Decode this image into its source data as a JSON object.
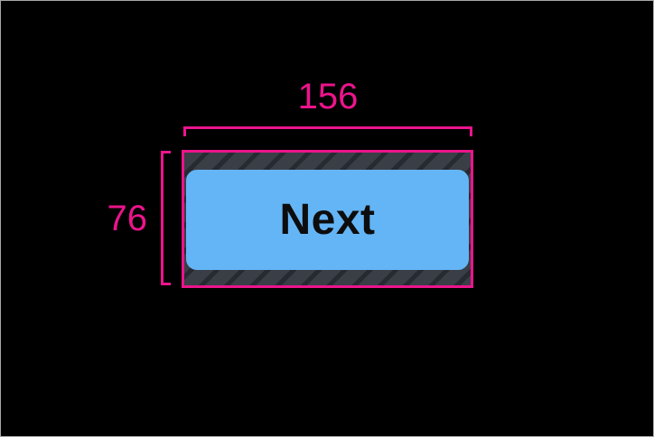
{
  "theme": {
    "background": "#000000",
    "frame-border": "#a8a8a8",
    "accent-pink": "#EC148C",
    "button-blue": "#64B5F6",
    "button-text": "#0d0d0d",
    "hatch-base": "#3a3e46",
    "hatch-stripe": "#262a31"
  },
  "annotation": {
    "width_label": "156",
    "height_label": "76"
  },
  "component": {
    "button_label": "Next"
  }
}
